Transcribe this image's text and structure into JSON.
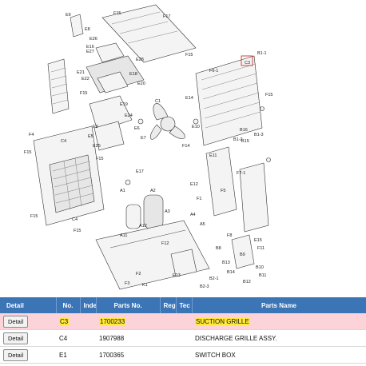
{
  "labels": {
    "E9": "E9",
    "F15": "F15",
    "F17": "F17",
    "E8": "E8",
    "E26": "E26",
    "E16": "E16",
    "E27": "E27",
    "E28": "E28",
    "E21": "E21",
    "E22": "E22",
    "E18": "E18",
    "E20": "E20",
    "E19": "E19",
    "E24": "E24",
    "E3": "E3",
    "E5": "E5",
    "C4": "C4",
    "C1": "C1",
    "E14": "E14",
    "F6_1": "F6-1",
    "B1_1": "B1-1",
    "B1_2": "B1-2",
    "B1_3": "B1-3",
    "B15": "B15",
    "B16": "B16",
    "C3": "C3",
    "F4": "F4",
    "F14": "F14",
    "E11": "E11",
    "E12": "E12",
    "E17": "E17",
    "F1": "F1",
    "F7_1": "F7-1",
    "F5": "F5",
    "A1": "A1",
    "A2": "A2",
    "A3": "A3",
    "A12": "A12",
    "F12": "F12",
    "F2": "F2",
    "F3": "F3",
    "F8": "F8",
    "E15": "E15",
    "F11": "F11",
    "B10": "B10",
    "B11": "B11",
    "B13": "B13",
    "B14": "B14",
    "B2_1": "B2-1",
    "B2_3": "B2-3",
    "K1": "K1",
    "E13": "E13",
    "E25": "E25",
    "E6": "E6",
    "E7": "E7",
    "E10": "E10",
    "A11": "A11",
    "A4": "A4",
    "A5": "A5",
    "B8": "B8",
    "B9": "B9",
    "B12": "B12"
  },
  "table": {
    "headers": {
      "detail": "Detail",
      "no": "No.",
      "index": "Inde",
      "parts_no": "Parts No.",
      "reg": "Reg",
      "tec": "Tec",
      "parts_name": "Parts Name"
    },
    "rows": [
      {
        "button": "Detail",
        "no": "C3",
        "parts_no": "1700233",
        "parts_name": "SUCTION GRILLE"
      },
      {
        "button": "Detail",
        "no": "C4",
        "parts_no": "1907988",
        "parts_name": "DISCHARGE GRILLE ASSY."
      },
      {
        "button": "Detail",
        "no": "E1",
        "parts_no": "1700365",
        "parts_name": "SWITCH BOX"
      }
    ]
  }
}
